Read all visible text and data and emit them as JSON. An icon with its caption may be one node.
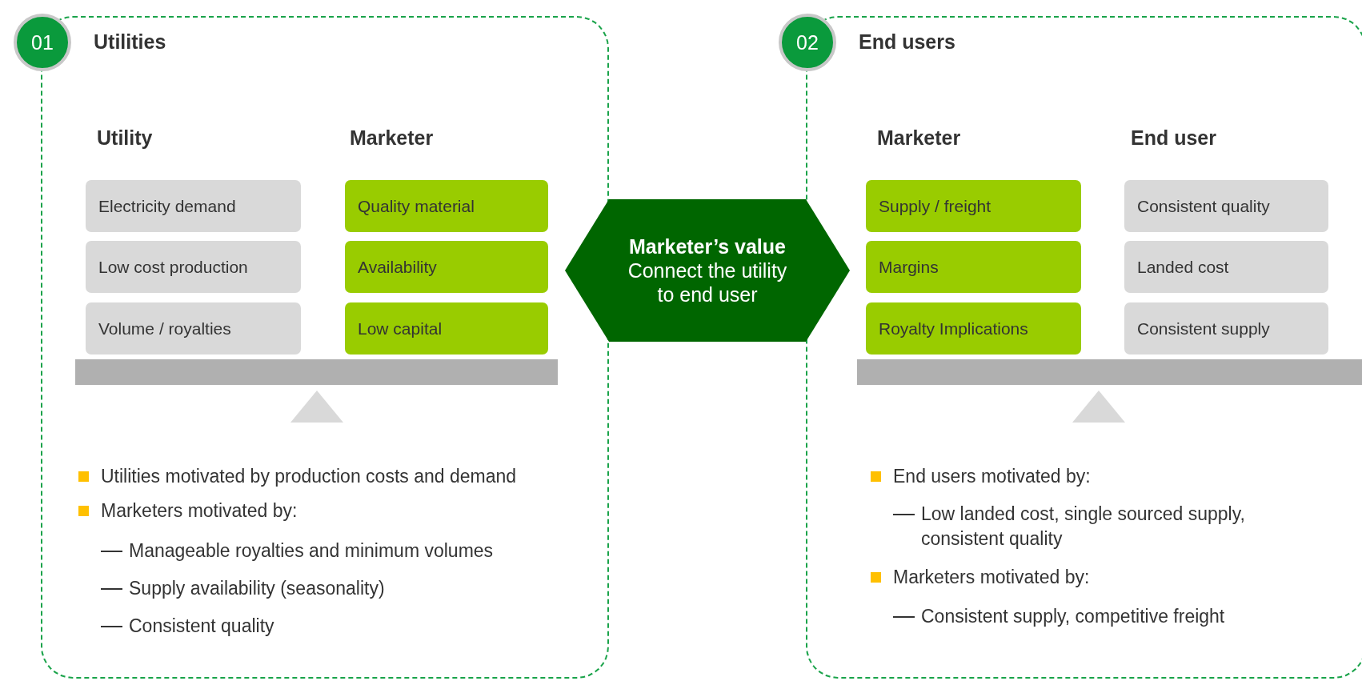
{
  "diagram": {
    "nodes": [
      {
        "text": [
          "Utilities"
        ]
      },
      {
        "text": [
          "01"
        ],
        "in": 0
      },
      {
        "text": [
          "Electricity demand"
        ],
        "in": 0
      },
      {
        "text": [
          "Quality material"
        ],
        "in": 0
      },
      {
        "text": [
          "Low cost production"
        ],
        "in": 0
      },
      {
        "text": [
          "Availability"
        ],
        "in": 0
      },
      {
        "text": [
          "Volume / royalties"
        ],
        "in": 0
      },
      {
        "text": [
          "Low capital"
        ],
        "in": 0
      },
      {
        "text": [
          "Marketer’s value",
          "Connect the utility to end user"
        ]
      },
      {
        "text": [
          "End users"
        ]
      },
      {
        "text": [
          "02"
        ],
        "in": 9
      },
      {
        "text": [
          "Supply / freight"
        ],
        "in": 9
      },
      {
        "text": [
          "Consistent quality"
        ],
        "in": 9
      },
      {
        "text": [
          "Margins"
        ],
        "in": 9
      },
      {
        "text": [
          "Landed cost"
        ],
        "in": 9
      },
      {
        "text": [
          "Royalty Implications"
        ],
        "in": 9
      },
      {
        "text": [
          "Consistent supply"
        ],
        "in": 9
      }
    ],
    "edges": [],
    "labels": [
      "Utility",
      "Marketer",
      "Utilities motivated by production costs and demand",
      "Marketers motivated by:",
      "Manageable royalties and minimum volumes",
      "Supply availability (seasonality)",
      "Consistent quality",
      "Marketer",
      "End user",
      "End users motivated by:",
      "Low landed cost, single sourced supply, consistent quality",
      "Marketers motivated by:",
      "Consistent supply, competitive freight"
    ]
  }
}
